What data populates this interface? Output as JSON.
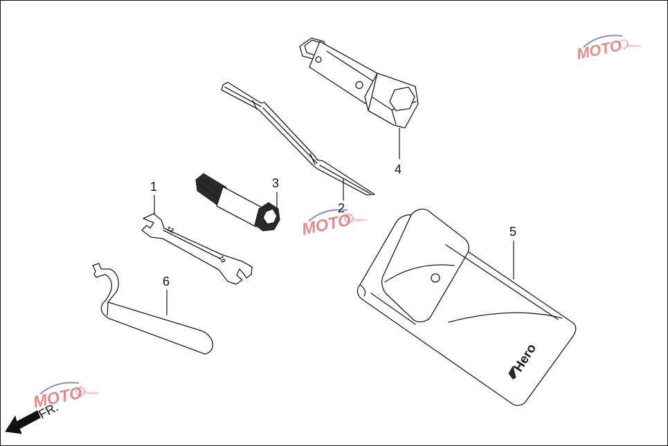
{
  "callouts": {
    "c1": "1",
    "c2": "2",
    "c3": "3",
    "c4": "4",
    "c5": "5",
    "c6": "6"
  },
  "direction_label": "FR.",
  "wrench_sizes": {
    "a": "12",
    "b": "10"
  },
  "pouch_brand": "Hero",
  "watermark": {
    "logo": "MOTO",
    "sub": "Graphics"
  },
  "colors": {
    "line": "#1a1a1a",
    "watermark": "#e58a8a",
    "watermark_accent": "#8f86c9"
  }
}
